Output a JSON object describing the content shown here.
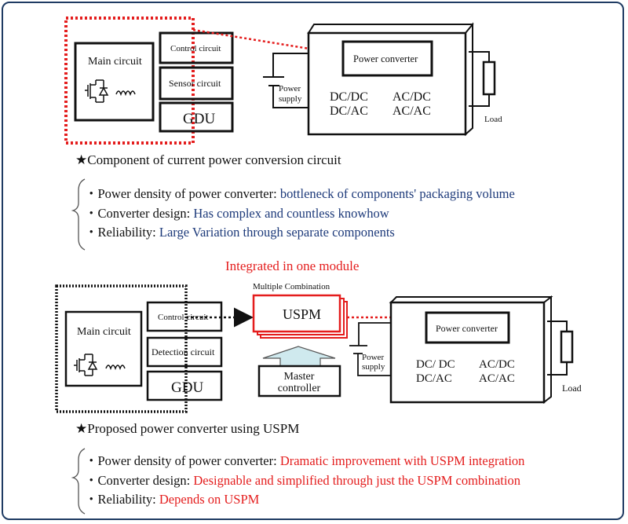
{
  "top_diagram": {
    "main_circuit": "Main circuit",
    "control_circuit": "Control circuit",
    "sensor_circuit": "Sensor circuit",
    "gdu": "GDU",
    "power_converter": "Power converter",
    "power_supply_line1": "Power",
    "power_supply_line2": "supply",
    "modes": [
      "DC/DC",
      "AC/DC",
      "DC/AC",
      "AC/AC"
    ],
    "load": "Load"
  },
  "current_section": {
    "heading": "★Component of current power conversion circuit",
    "bullets": [
      {
        "label": "・Power density of power converter: ",
        "value": "bottleneck of components' packaging volume"
      },
      {
        "label": "・Converter design: ",
        "value": "Has complex and countless knowhow"
      },
      {
        "label": "・Reliability: ",
        "value": "Large Variation through separate components"
      }
    ]
  },
  "bottom_diagram": {
    "integrated_title": "Integrated in one module",
    "multiple_combination": "Multiple Combination",
    "main_circuit": "Main circuit",
    "control_circuit": "Control circuit",
    "detection_circuit": "Detection circuit",
    "gdu": "GDU",
    "uspm": "USPM",
    "master_line1": "Master",
    "master_line2": "controller",
    "power_converter": "Power converter",
    "power_supply_line1": "Power",
    "power_supply_line2": "supply",
    "modes": [
      "DC/ DC",
      "AC/DC",
      "DC/AC",
      "AC/AC"
    ],
    "load": "Load"
  },
  "proposed_section": {
    "heading": "★Proposed power  converter using  USPM",
    "bullets": [
      {
        "label": "・Power density of power converter: ",
        "value": "Dramatic improvement with USPM integration"
      },
      {
        "label": "・Converter design: ",
        "value": "Designable and simplified through just the USPM combination"
      },
      {
        "label": "・Reliability: ",
        "value": "Depends on USPM"
      }
    ]
  },
  "colors": {
    "accent_red": "#e41d1d",
    "value_blue": "#1d3a7a",
    "frame_navy": "#1f3b63",
    "arrow_fill": "#cfe9ee"
  }
}
